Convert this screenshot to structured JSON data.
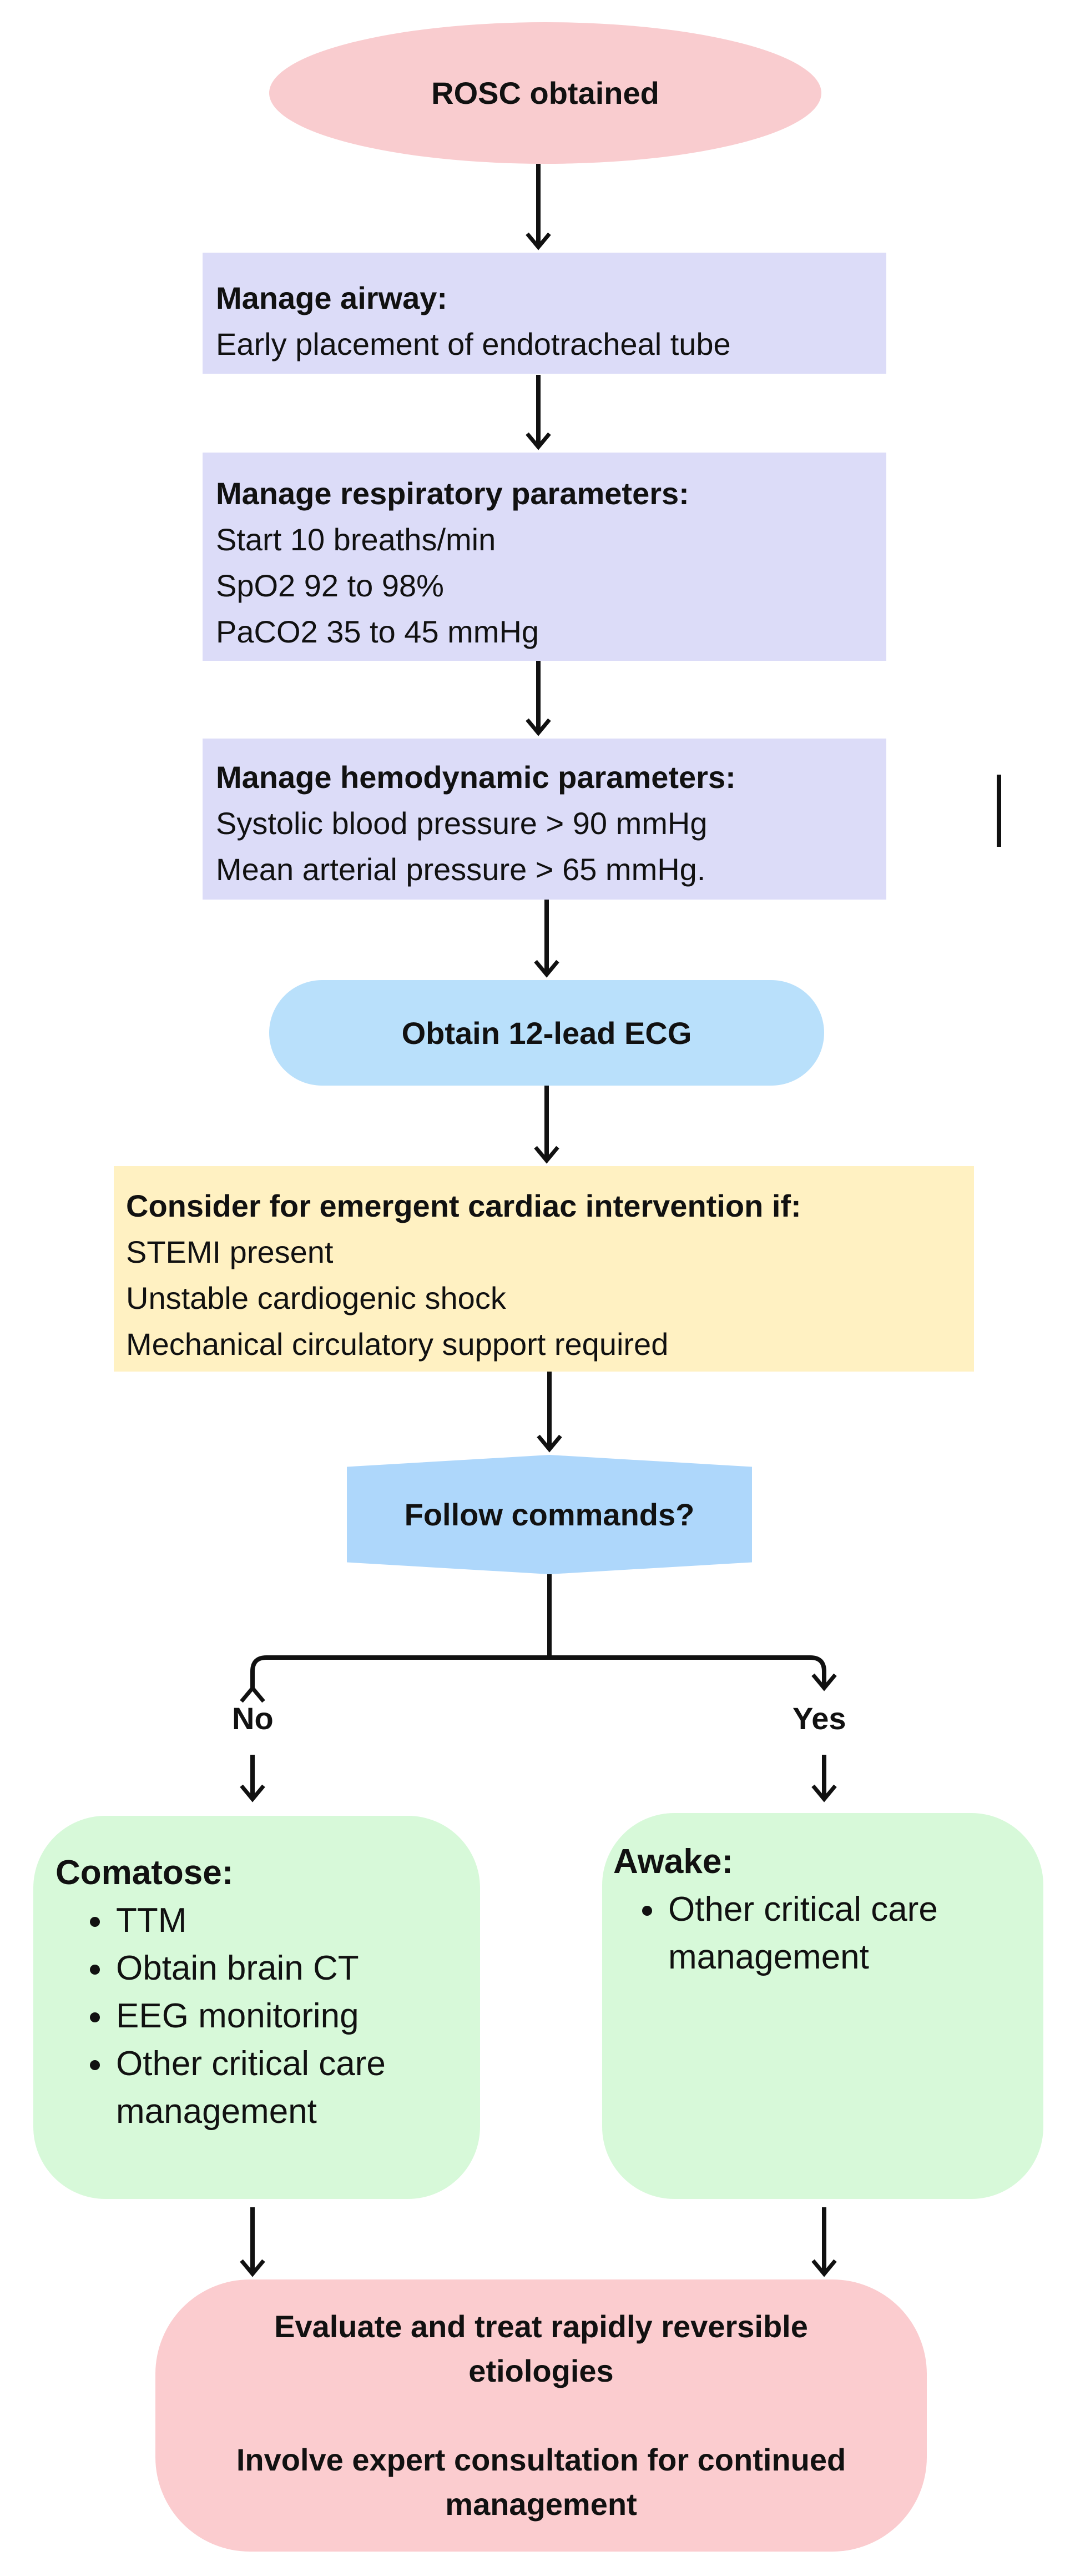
{
  "start": {
    "label": "ROSC obtained"
  },
  "airway": {
    "heading": "Manage airway:",
    "lines": [
      "Early placement of endotracheal tube"
    ]
  },
  "respiratory": {
    "heading": "Manage respiratory parameters:",
    "lines": [
      "Start 10 breaths/min",
      "SpO2 92 to 98%",
      "PaCO2 35 to 45 mmHg"
    ]
  },
  "hemodynamic": {
    "heading": "Manage hemodynamic parameters:",
    "lines": [
      "Systolic blood pressure > 90 mmHg",
      "Mean arterial pressure > 65 mmHg."
    ]
  },
  "ecg": {
    "label": "Obtain 12-lead ECG"
  },
  "cardiac": {
    "heading": "Consider for emergent cardiac intervention if:",
    "lines": [
      "STEMI present",
      "Unstable cardiogenic shock",
      "Mechanical circulatory support required"
    ]
  },
  "decision": {
    "label": "Follow commands?"
  },
  "branches": {
    "no": "No",
    "yes": "Yes"
  },
  "comatose": {
    "heading": "Comatose:",
    "items": [
      "TTM",
      "Obtain brain CT",
      "EEG monitoring",
      "Other critical care management"
    ]
  },
  "awake": {
    "heading": "Awake:",
    "items": [
      "Other critical care management"
    ]
  },
  "final": {
    "line1": "Evaluate and treat rapidly reversible etiologies",
    "line2": "Involve expert consultation for continued management"
  },
  "colors": {
    "start": "#f9cccf",
    "process": "#dcdcf8",
    "ecg": "#b9e0fb",
    "cardiac": "#fff1c2",
    "decision": "#aed7fb",
    "outcome": "#d7f9d9",
    "final": "#fbcccf"
  }
}
